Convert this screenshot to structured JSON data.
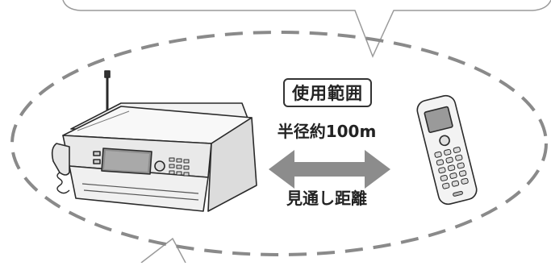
{
  "labels": {
    "range_title": "使用範囲",
    "distance": "半径約100m",
    "line_of_sight": "見通し距離"
  },
  "colors": {
    "dashed_ellipse": "#8a8a8a",
    "arrow": "#8c8c8c",
    "device_outline": "#2a2a2a",
    "device_body": "#f4f4f4"
  },
  "icons": {
    "base_unit": "fax-printer-icon",
    "handset": "cordless-handset-icon",
    "arrow": "double-headed-arrow-icon"
  }
}
